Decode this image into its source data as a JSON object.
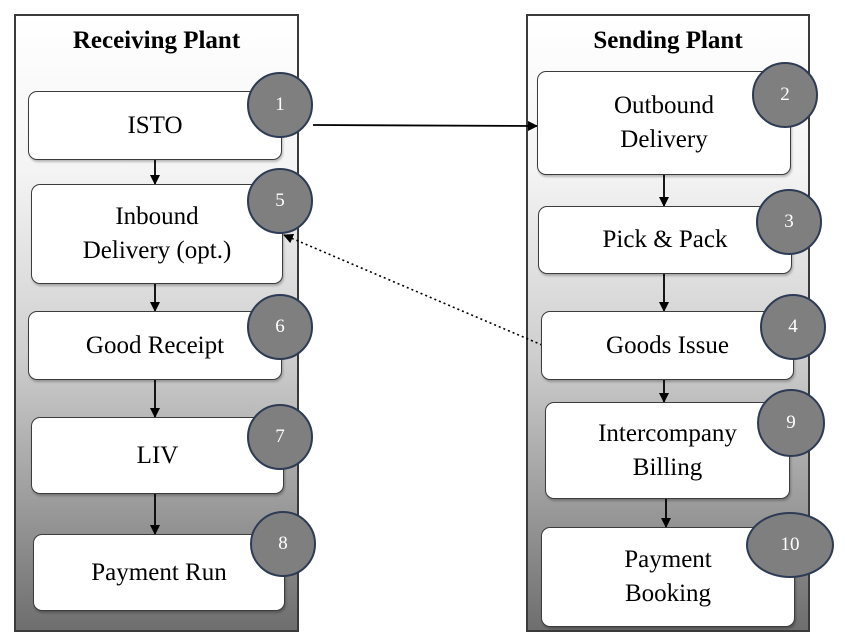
{
  "receiving_plant": {
    "title": "Receiving Plant",
    "steps": [
      {
        "label": "ISTO",
        "badge": "1"
      },
      {
        "label": "Inbound\nDelivery (opt.)",
        "badge": "5"
      },
      {
        "label": "Good Receipt",
        "badge": "6"
      },
      {
        "label": "LIV",
        "badge": "7"
      },
      {
        "label": "Payment Run",
        "badge": "8"
      }
    ]
  },
  "sending_plant": {
    "title": "Sending Plant",
    "steps": [
      {
        "label": "Outbound\nDelivery",
        "badge": "2"
      },
      {
        "label": "Pick & Pack",
        "badge": "3"
      },
      {
        "label": "Goods Issue",
        "badge": "4"
      },
      {
        "label": "Intercompany\nBilling",
        "badge": "9"
      },
      {
        "label": "Payment\nBooking",
        "badge": "10"
      }
    ]
  },
  "colors": {
    "badge_fill": "#7f7f7f",
    "badge_border": "#2e3b55",
    "box_border": "#3c3c3c",
    "column_border": "#3a3a3a"
  }
}
